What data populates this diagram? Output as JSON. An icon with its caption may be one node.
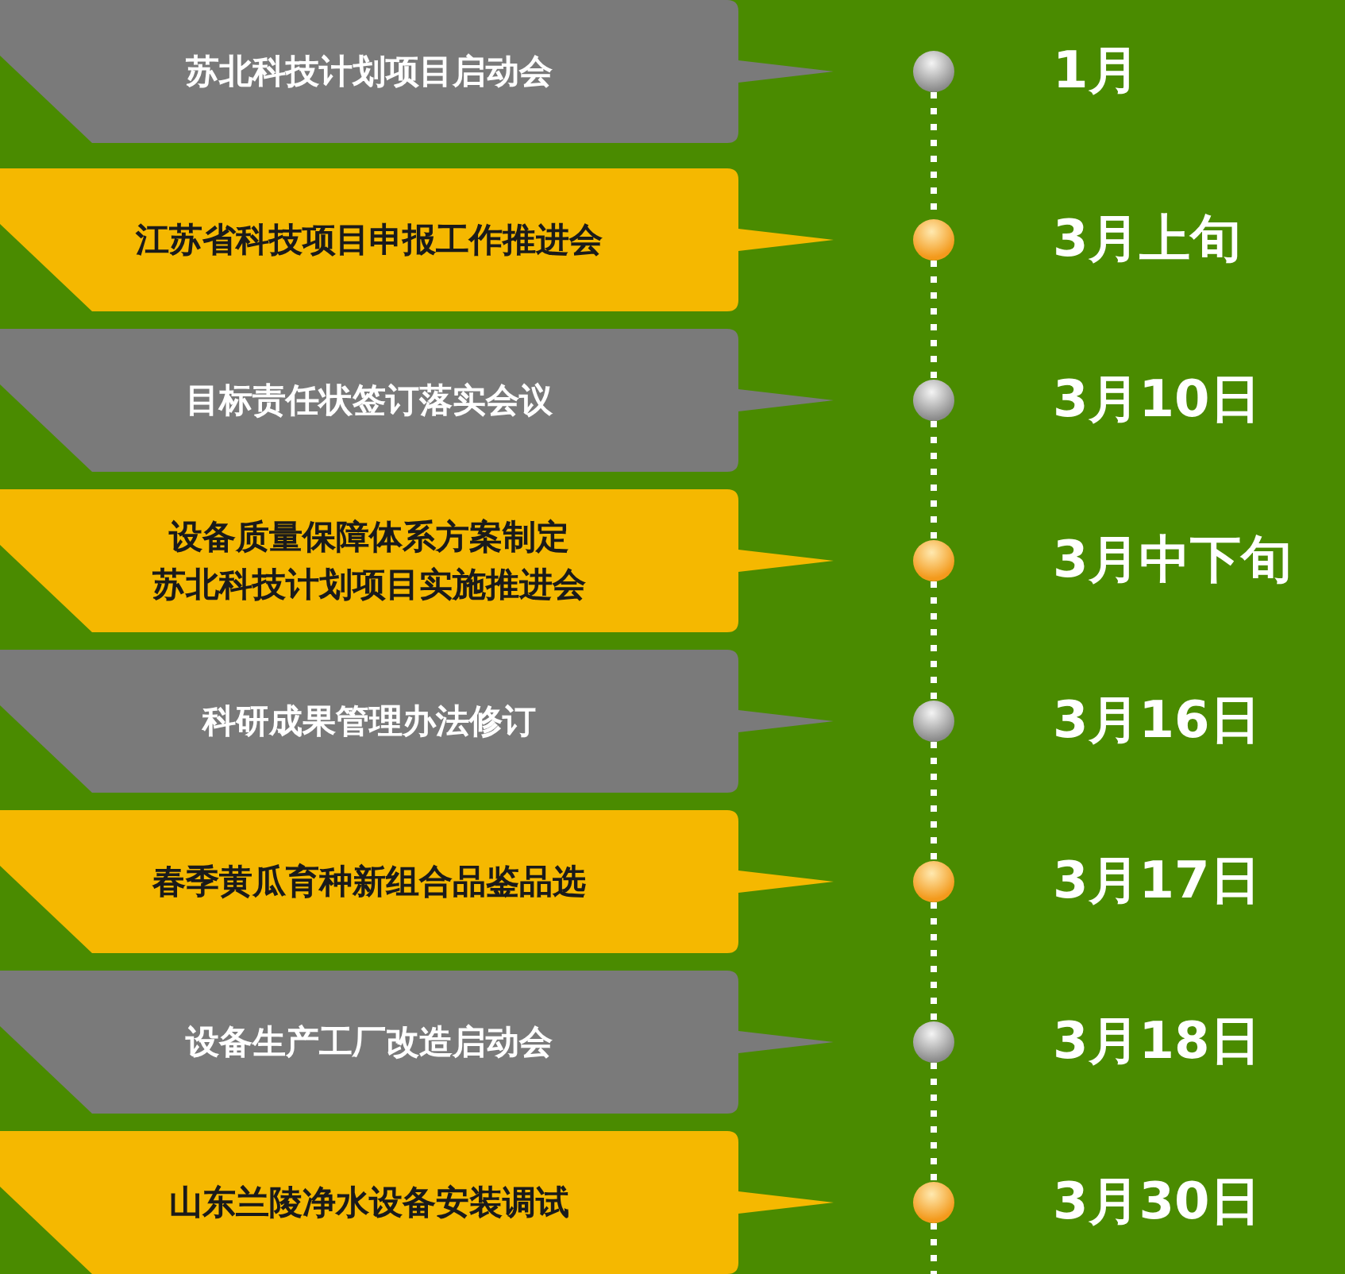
{
  "diagram": {
    "nodes": [
      {
        "text": [
          "苏北科技计划项目启动会"
        ]
      },
      {
        "text": [],
        "shape": "circle",
        "beside": [
          "1月"
        ]
      },
      {
        "text": [
          "江苏省科技项目申报工作推进会"
        ]
      },
      {
        "text": [],
        "shape": "circle",
        "beside": [
          "3月上旬"
        ]
      },
      {
        "text": [
          "目标责任状签订落实会议"
        ]
      },
      {
        "text": [],
        "shape": "circle",
        "beside": [
          "3月10日"
        ]
      },
      {
        "text": [
          "设备质量保障体系方案制定",
          "苏北科技计划项目实施推进会"
        ]
      },
      {
        "text": [],
        "shape": "circle",
        "beside": [
          "3月中下旬"
        ]
      },
      {
        "text": [
          "科研成果管理办法修订"
        ]
      },
      {
        "text": [],
        "shape": "circle",
        "beside": [
          "3月16日"
        ]
      },
      {
        "text": [
          "春季黄瓜育种新组合品鉴品选"
        ]
      },
      {
        "text": [],
        "shape": "circle",
        "beside": [
          "3月17日"
        ]
      },
      {
        "text": [
          "设备生产工厂改造启动会"
        ]
      },
      {
        "text": [],
        "shape": "circle",
        "beside": [
          "3月18日"
        ]
      },
      {
        "text": [
          "山东兰陵净水设备安装调试"
        ]
      },
      {
        "text": [],
        "shape": "circle",
        "beside": [
          "3月30日"
        ]
      }
    ],
    "edges": [
      {
        "from": 1,
        "to": 3,
        "arrow": "none",
        "style": "dashed"
      },
      {
        "from": 3,
        "to": 5,
        "arrow": "none",
        "style": "dashed"
      },
      {
        "from": 5,
        "to": 7,
        "arrow": "none",
        "style": "dashed"
      },
      {
        "from": 7,
        "to": 9,
        "arrow": "none",
        "style": "dashed"
      },
      {
        "from": 9,
        "to": 11,
        "arrow": "none",
        "style": "dashed"
      },
      {
        "from": 11,
        "to": 13,
        "arrow": "none",
        "style": "dashed"
      },
      {
        "from": 13,
        "to": 15,
        "arrow": "none",
        "style": "dashed"
      },
      {
        "from": 15,
        "to": null,
        "arrow": "none",
        "style": "dashed"
      }
    ]
  }
}
